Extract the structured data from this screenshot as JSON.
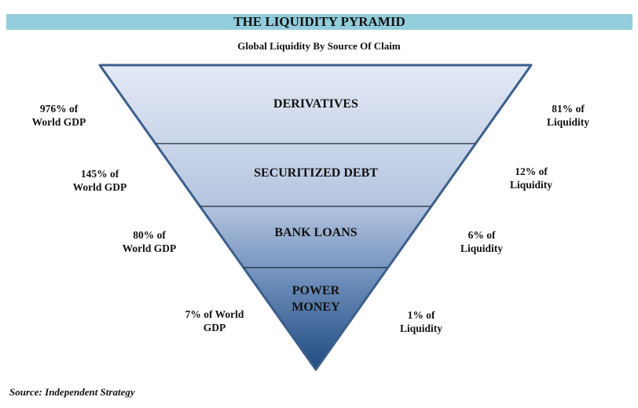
{
  "title": "THE LIQUIDITY PYRAMID",
  "subtitle": "Global Liquidity By Source Of Claim",
  "layers": [
    {
      "name": "DERIVATIVES",
      "gdp": "976% of World GDP",
      "gdp_l1": "976% of",
      "gdp_l2": "World GDP",
      "liq_l1": "81% of",
      "liq_l2": "Liquidity"
    },
    {
      "name": "SECURITIZED DEBT",
      "gdp_l1": "145% of",
      "gdp_l2": "World GDP",
      "liq_l1": "12% of",
      "liq_l2": "Liquidity"
    },
    {
      "name": "BANK LOANS",
      "gdp_l1": "80% of",
      "gdp_l2": "World GDP",
      "liq_l1": "6% of",
      "liq_l2": "Liquidity"
    },
    {
      "name_l1": "POWER",
      "name_l2": "MONEY",
      "gdp_l1": "7% of World",
      "gdp_l2": "GDP",
      "liq_l1": "1% of",
      "liq_l2": "Liquidity"
    }
  ],
  "source": "Source: Independent Strategy",
  "colors": {
    "header": "#92cddc",
    "top": "#dfe6f3",
    "bottom": "#1f4a80",
    "outline": "#3c5f8c"
  }
}
